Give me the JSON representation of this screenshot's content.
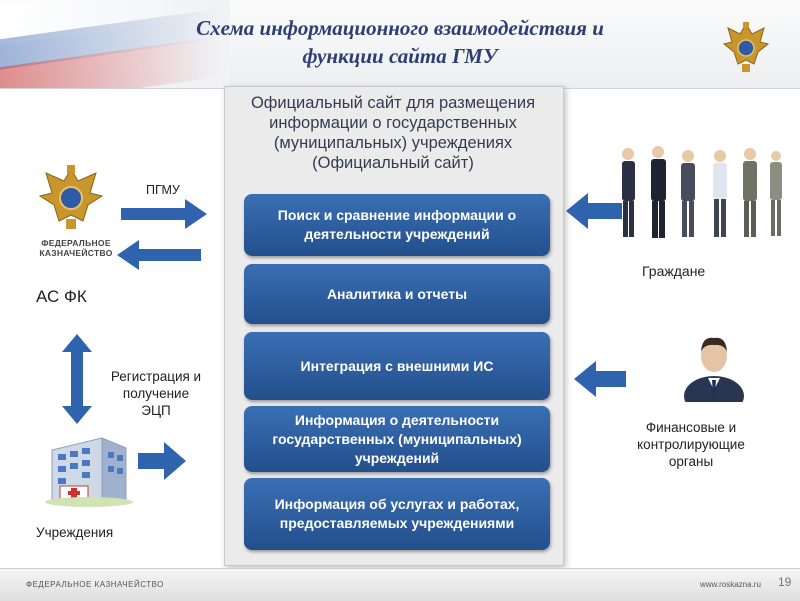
{
  "header": {
    "title_line1": "Схема информационного взаимодействия и",
    "title_line2": "функции сайта ГМУ"
  },
  "panel": {
    "title": "Официальный сайт для размещения информации о государственных (муниципальных) учреждениях (Официальный сайт)"
  },
  "functions": [
    "Поиск и сравнение информации о деятельности учреждений",
    "Аналитика и отчеты",
    "Интеграция с внешними ИС",
    "Информация о деятельности государственных (муниципальных) учреждений",
    "Информация об услугах и работах, предоставляемых учреждениями"
  ],
  "left": {
    "logo_text": "ФЕДЕРАЛЬНОЕ КАЗНАЧЕЙСТВО",
    "as_fk": "АС ФК",
    "pgmu": "ПГМУ",
    "registration_line1": "Регистрация и",
    "registration_line2": "получение",
    "registration_line3": "ЭЦП",
    "institutions": "Учреждения"
  },
  "right": {
    "citizens": "Граждане",
    "financial_line1": "Финансовые и",
    "financial_line2": "контролирующие",
    "financial_line3": "органы"
  },
  "footer": {
    "left": "ФЕДЕРАЛЬНОЕ КАЗНАЧЕЙСТВО",
    "right": "www.roskazna.ru",
    "page": "19"
  },
  "colors": {
    "box_blue": "#2d5d9f",
    "arrow_blue": "#2f63ad",
    "title": "#2c3e73"
  }
}
